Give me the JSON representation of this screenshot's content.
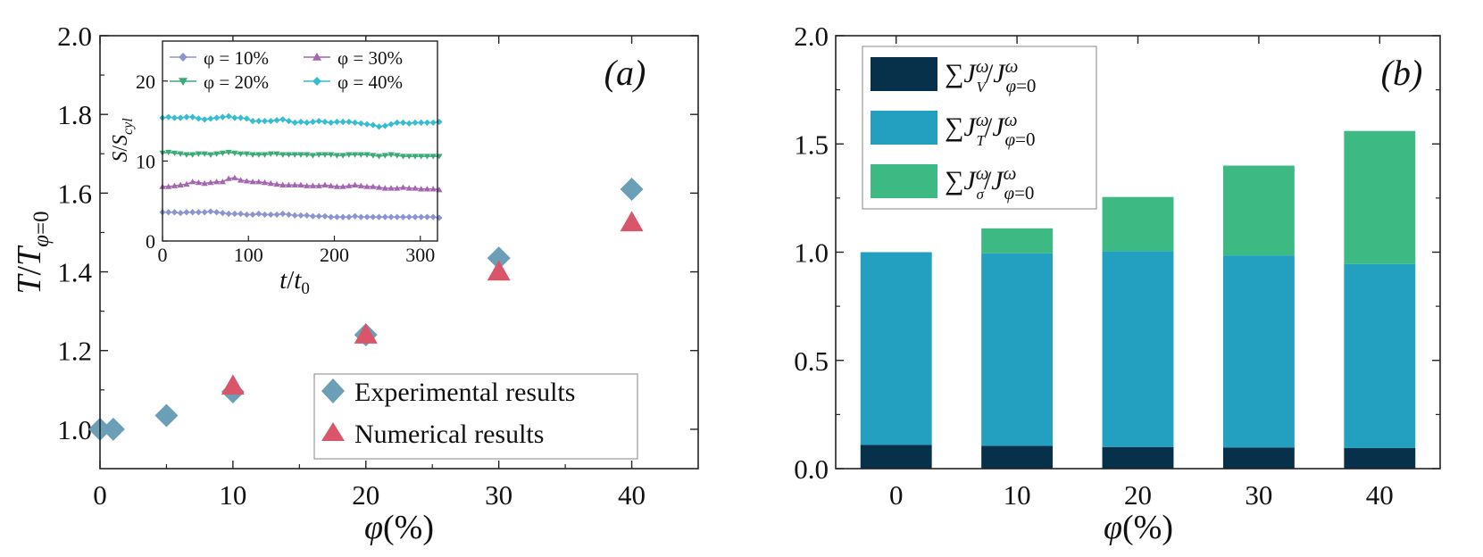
{
  "chart_data": [
    {
      "panel": "(a)",
      "type": "scatter",
      "xlabel": "φ(%)",
      "ylabel": "T/T_{φ=0}",
      "xlim": [
        0,
        45
      ],
      "ylim": [
        0.9,
        2.0
      ],
      "xticks": [
        0,
        10,
        20,
        30,
        40
      ],
      "xtick_labels": [
        "0",
        "10",
        "20",
        "30",
        "40"
      ],
      "yticks": [
        1.0,
        1.2,
        1.4,
        1.6,
        1.8,
        2.0
      ],
      "ytick_labels": [
        "1.0",
        "1.2",
        "1.4",
        "1.6",
        "1.8",
        "2.0"
      ],
      "legend_position": "bottom-right",
      "series": [
        {
          "name": "Experimental results",
          "marker": "diamond",
          "color": "#6b9fb8",
          "points": [
            {
              "x": 0,
              "y": 1.0
            },
            {
              "x": 1,
              "y": 1.0
            },
            {
              "x": 5,
              "y": 1.035
            },
            {
              "x": 10,
              "y": 1.095
            },
            {
              "x": 20,
              "y": 1.24
            },
            {
              "x": 30,
              "y": 1.435
            },
            {
              "x": 40,
              "y": 1.61
            }
          ]
        },
        {
          "name": "Numerical results",
          "marker": "triangle",
          "color": "#d95569",
          "points": [
            {
              "x": 10,
              "y": 1.11
            },
            {
              "x": 20,
              "y": 1.24
            },
            {
              "x": 30,
              "y": 1.4
            },
            {
              "x": 40,
              "y": 1.525
            }
          ]
        }
      ],
      "inset": {
        "type": "line",
        "xlabel": "t/t_0",
        "ylabel": "S/S_{cyl}",
        "xlim": [
          0,
          320
        ],
        "ylim": [
          0,
          25
        ],
        "xticks": [
          0,
          100,
          200,
          300
        ],
        "xtick_labels": [
          "0",
          "100",
          "200",
          "300"
        ],
        "yticks": [
          0,
          10,
          20
        ],
        "ytick_labels": [
          "0",
          "10",
          "20"
        ],
        "legend_position": "top",
        "series": [
          {
            "name": "φ = 10%",
            "marker": "diamond",
            "color": "#8c95d2",
            "base": 3.5,
            "y": [
              3.6,
              3.6,
              3.6,
              3.5,
              3.6,
              3.6,
              3.6,
              3.6,
              3.7,
              3.6,
              3.5,
              3.4,
              3.4,
              3.4,
              3.3,
              3.3,
              3.4,
              3.3,
              3.3,
              3.3,
              3.4,
              3.3,
              3.2,
              3.2,
              3.2,
              3.1,
              3.1,
              3.1,
              3.0,
              3.0,
              3.0,
              3.0,
              3.1,
              3.0,
              3.0,
              3.0,
              3.0,
              3.0,
              3.0,
              3.0,
              3.0,
              3.0,
              3.0,
              3.0,
              3.0,
              3.0,
              2.9
            ]
          },
          {
            "name": "φ = 30%",
            "marker": "triangle-up",
            "color": "#a466b0",
            "y": [
              6.8,
              6.8,
              6.9,
              7.0,
              7.1,
              7.4,
              7.3,
              7.2,
              7.3,
              7.4,
              7.4,
              7.8,
              7.9,
              7.6,
              7.5,
              7.4,
              7.4,
              7.3,
              7.2,
              7.1,
              7.0,
              7.0,
              7.0,
              7.0,
              6.9,
              6.9,
              6.9,
              7.0,
              6.9,
              6.8,
              6.8,
              6.9,
              7.0,
              6.9,
              6.8,
              6.8,
              6.7,
              6.6,
              6.6,
              6.6,
              6.7,
              6.6,
              6.6,
              6.5,
              6.5,
              6.5,
              6.4
            ]
          },
          {
            "name": "φ = 20%",
            "marker": "triangle-down",
            "color": "#3aaa78",
            "y": [
              11.0,
              11.1,
              11.0,
              10.9,
              10.8,
              10.8,
              10.9,
              10.9,
              10.8,
              10.9,
              11.0,
              11.1,
              11.0,
              10.9,
              10.9,
              10.8,
              10.8,
              10.8,
              10.9,
              10.9,
              10.8,
              10.8,
              10.8,
              10.8,
              10.8,
              10.7,
              10.8,
              10.8,
              10.8,
              10.7,
              10.7,
              10.8,
              10.8,
              10.8,
              10.8,
              10.7,
              10.6,
              10.7,
              10.8,
              10.7,
              10.6,
              10.6,
              10.6,
              10.6,
              10.6,
              10.6,
              10.6
            ]
          },
          {
            "name": "φ = 40%",
            "marker": "diamond",
            "color": "#35bdd0",
            "y": [
              15.4,
              15.5,
              15.4,
              15.4,
              15.5,
              15.5,
              15.3,
              15.2,
              15.3,
              15.4,
              15.5,
              15.6,
              15.4,
              15.4,
              15.3,
              15.0,
              15.0,
              15.0,
              15.0,
              15.1,
              15.2,
              15.0,
              14.8,
              14.9,
              14.8,
              14.9,
              15.0,
              14.9,
              14.8,
              14.9,
              14.9,
              14.9,
              14.8,
              14.7,
              14.6,
              14.5,
              14.3,
              14.4,
              14.6,
              14.8,
              14.8,
              14.7,
              14.8,
              14.8,
              14.8,
              14.8,
              14.9
            ]
          }
        ],
        "x_step": 7
      }
    },
    {
      "panel": "(b)",
      "type": "bar",
      "stacked": true,
      "xlabel": "φ(%)",
      "ylabel": "",
      "categories": [
        "0",
        "10",
        "20",
        "30",
        "40"
      ],
      "ylim": [
        0,
        2.0
      ],
      "yticks": [
        0.0,
        0.5,
        1.0,
        1.5,
        2.0
      ],
      "ytick_labels": [
        "0.0",
        "0.5",
        "1.0",
        "1.5",
        "2.0"
      ],
      "legend_position": "top-left",
      "series": [
        {
          "name": "∑J_V^ω/J_{φ=0}^ω",
          "sub": "V",
          "color": "#07304a",
          "values": [
            0.11,
            0.105,
            0.1,
            0.098,
            0.095
          ]
        },
        {
          "name": "∑J_T^ω/J_{φ=0}^ω",
          "sub": "T",
          "color": "#239fbf",
          "values": [
            0.89,
            0.89,
            0.905,
            0.887,
            0.85
          ]
        },
        {
          "name": "∑J_σ^ω/J_{φ=0}^ω",
          "sub": "σ",
          "color": "#3dba84",
          "values": [
            0.0,
            0.115,
            0.25,
            0.415,
            0.615
          ]
        }
      ]
    }
  ]
}
